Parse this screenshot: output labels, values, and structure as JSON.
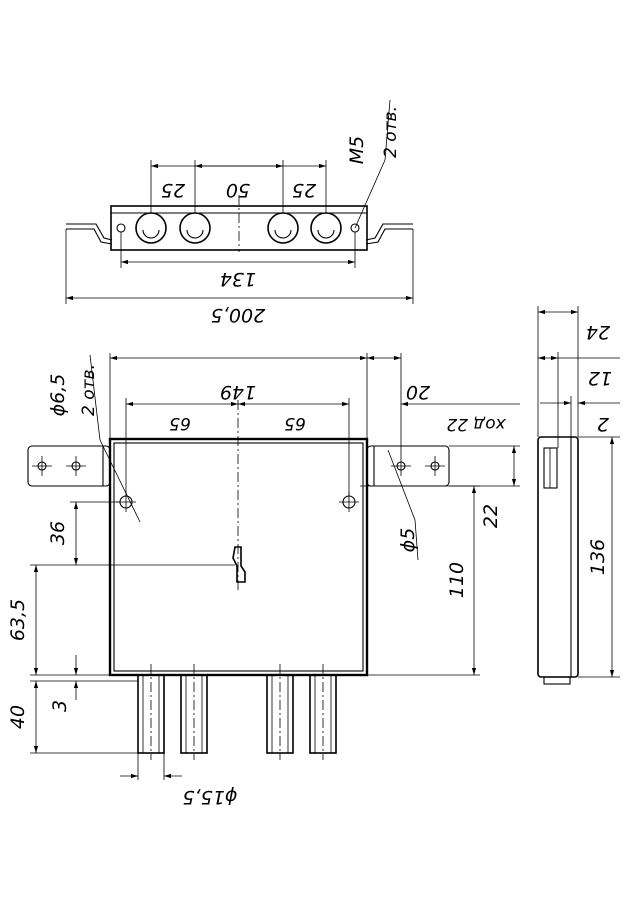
{
  "top_view": {
    "dim_25_left": "25",
    "dim_50": "50",
    "dim_25_right": "25",
    "thread": "M5",
    "holes_count": "2 отв.",
    "dim_134": "134",
    "dim_200_5": "200,5"
  },
  "front_view": {
    "dim_149": "149",
    "dim_20": "20",
    "dim_65_left": "65",
    "dim_65_right": "65",
    "hole_diameter": "ϕ6,5",
    "holes_count": "2 отв.",
    "travel": "ход 22",
    "dim_22": "22",
    "dim_36": "36",
    "dim_5": "ϕ5",
    "dim_110": "110",
    "dim_63_5": "63,5",
    "dim_3": "3",
    "dim_40": "40",
    "dim_15_5": "ϕ15,5"
  },
  "side_view": {
    "dim_24": "24",
    "dim_12": "12",
    "dim_2": "2",
    "dim_136": "136"
  }
}
